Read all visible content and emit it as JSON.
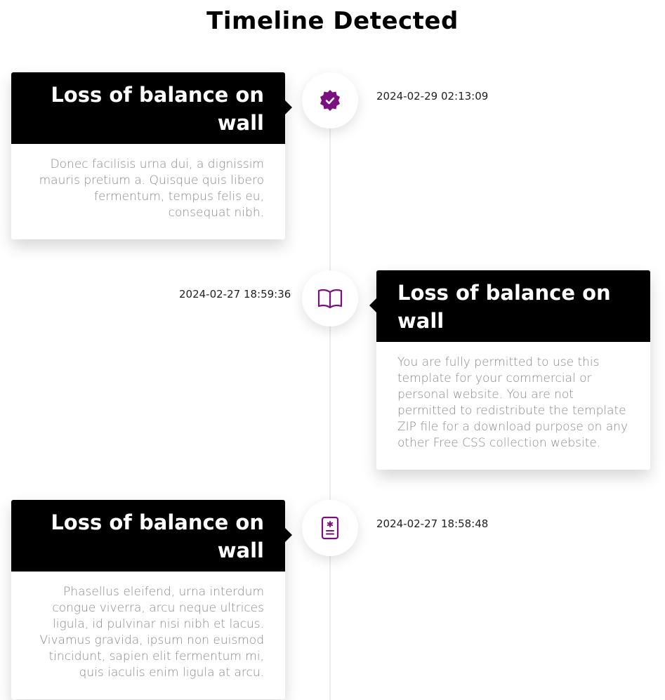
{
  "page": {
    "title": "Timeline Detected"
  },
  "colors": {
    "accent": "#7a0f7f",
    "card_head": "#000000",
    "line": "#ececec"
  },
  "events": [
    {
      "title": "Loss of balance on wall",
      "body": "Donec facilisis urna dui, a dignissim mauris pretium a. Quisque quis libero fermentum, tempus felis eu, consequat nibh.",
      "timestamp": "2024-02-29 02:13:09",
      "icon": "verified-badge-icon",
      "side": "left"
    },
    {
      "title": "Loss of balance on wall",
      "body": "You are fully permitted to use this template for your commercial or personal website. You are not permitted to redistribute the template ZIP file for a download purpose on any other Free CSS collection website.",
      "timestamp": "2024-02-27 18:59:36",
      "icon": "open-book-icon",
      "side": "right"
    },
    {
      "title": "Loss of balance on wall",
      "body": "Phasellus eleifend, urna interdum congue viverra, arcu neque ultrices ligula, id pulvinar nisi nibh et lacus. Vivamus gravida, ipsum non euismod tincidunt, sapien elit fermentum mi, quis iaculis enim ligula at arcu.",
      "timestamp": "2024-02-27 18:58:48",
      "icon": "id-card-icon",
      "side": "left"
    }
  ]
}
